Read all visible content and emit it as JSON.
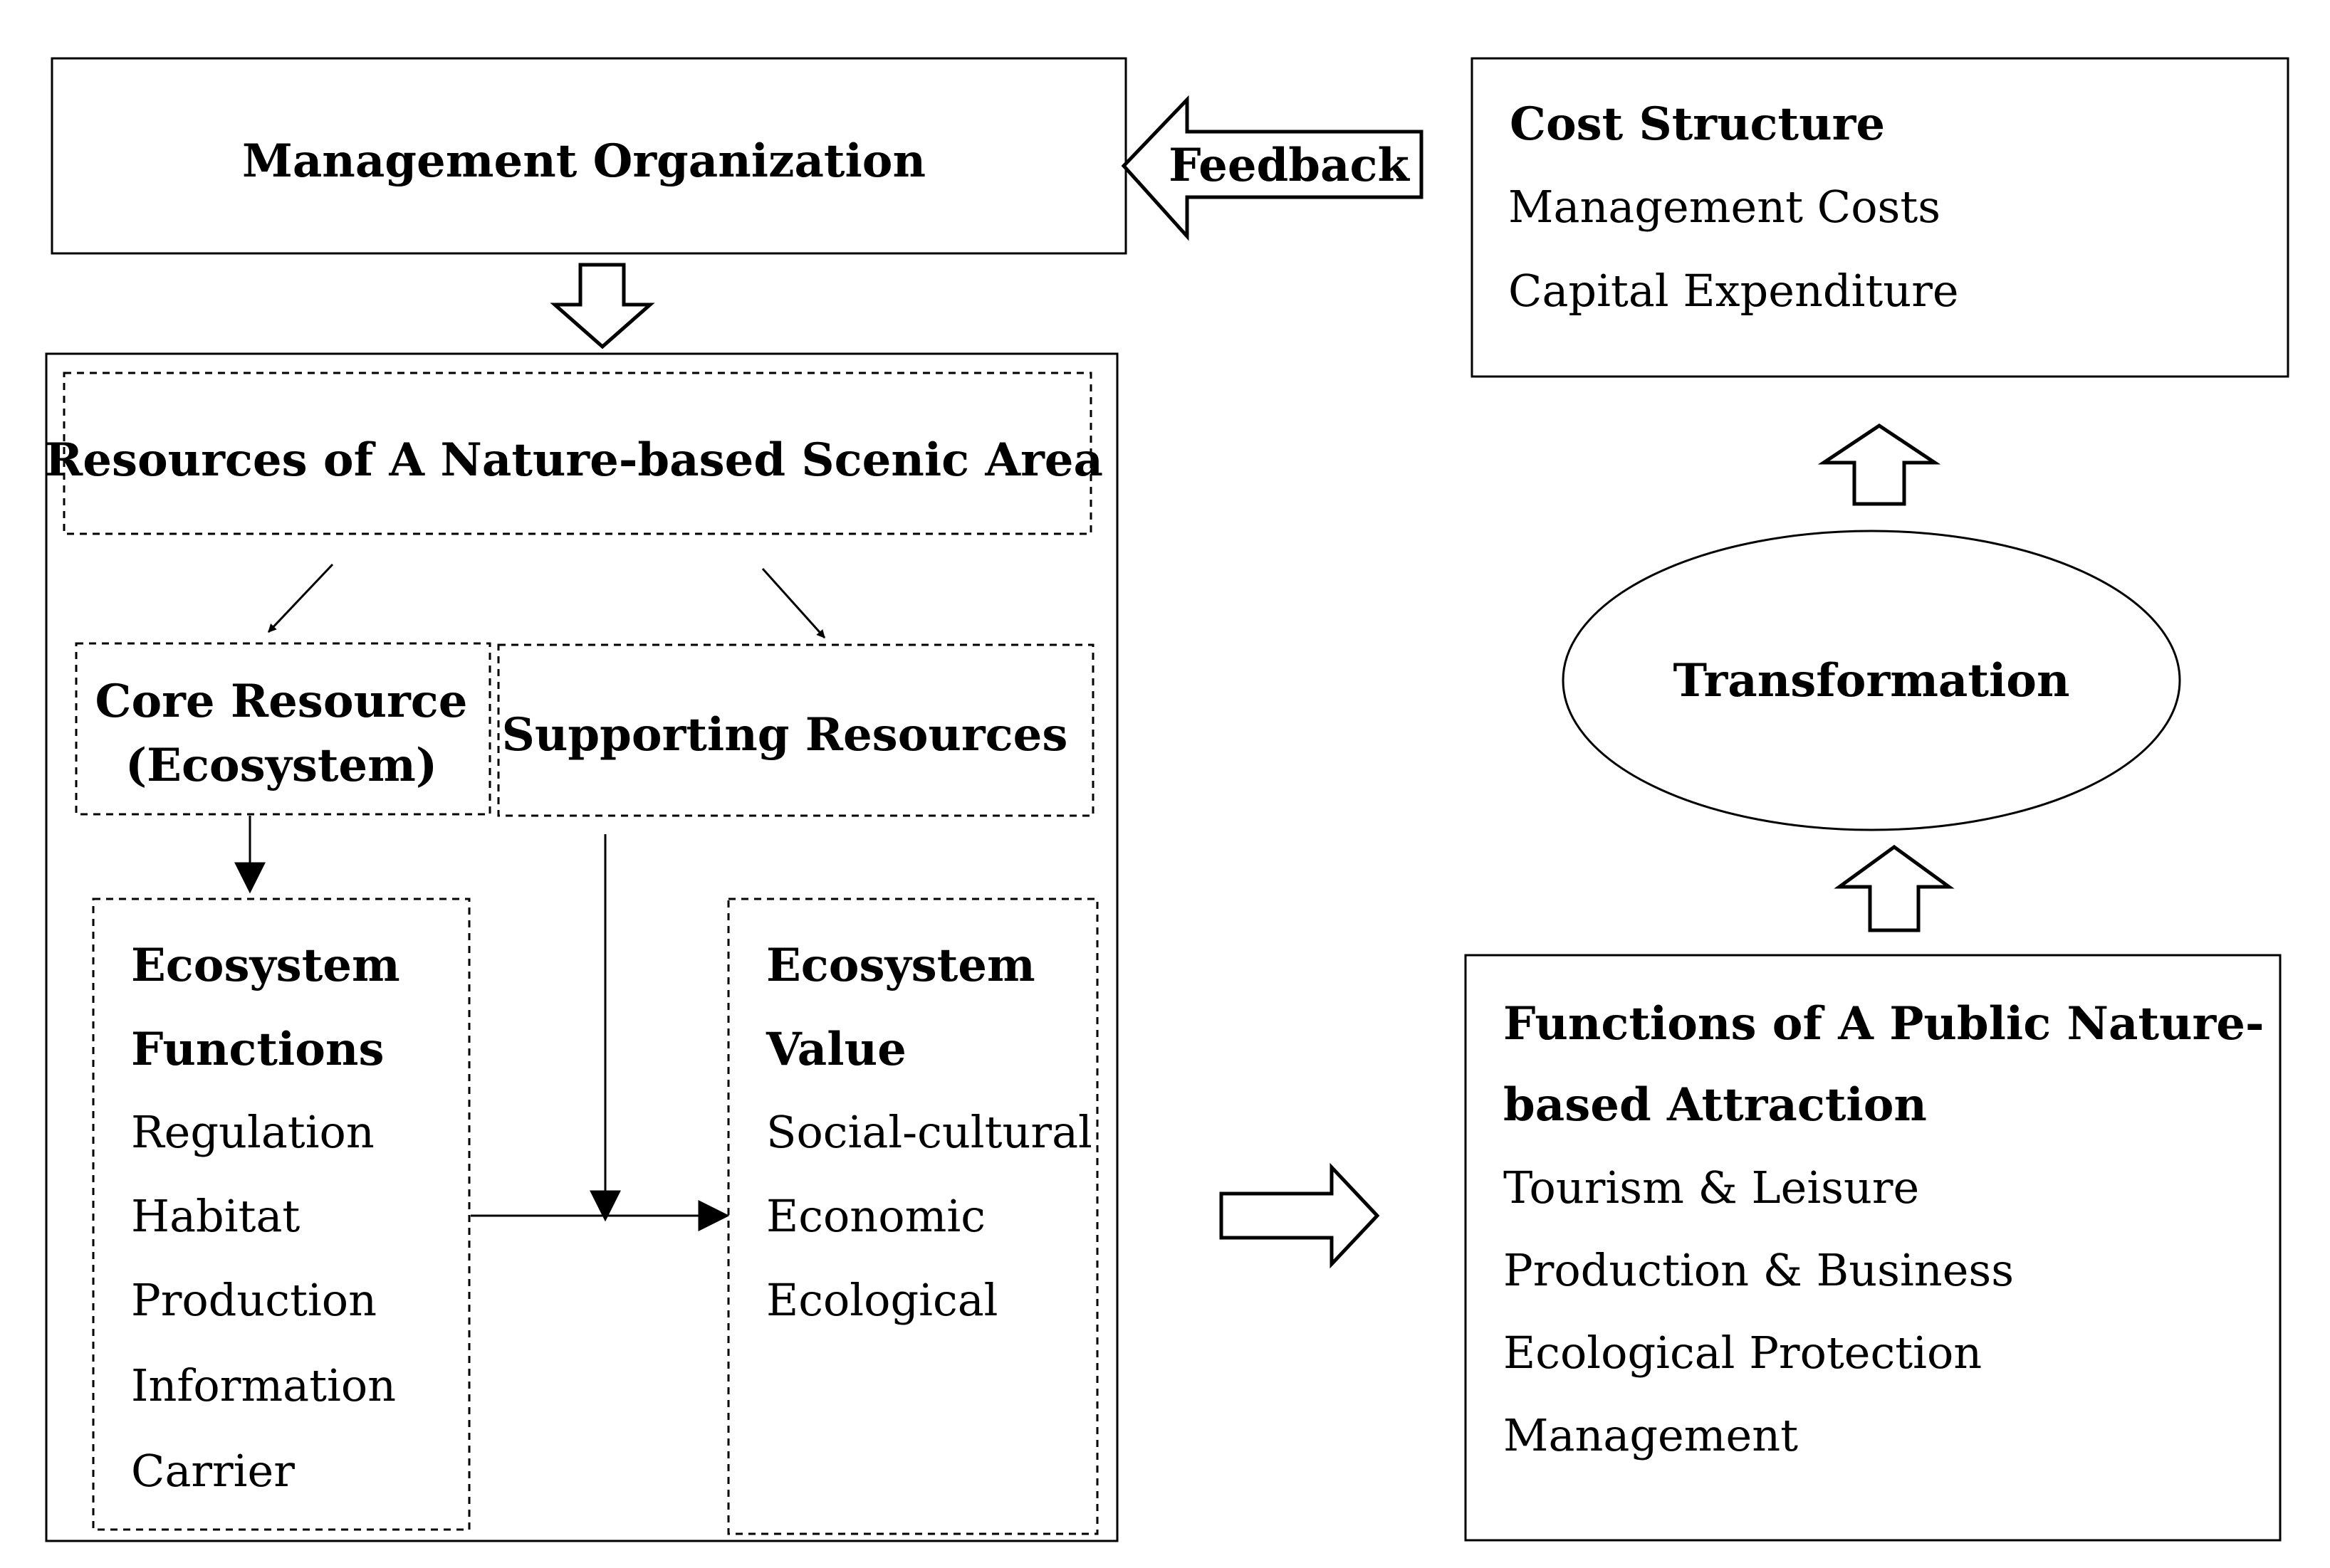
{
  "management": {
    "title": "Management Organization"
  },
  "feedback": {
    "label": "Feedback"
  },
  "cost_structure": {
    "title": "Cost Structure",
    "items": [
      "Management Costs",
      "Capital Expenditure"
    ]
  },
  "resources": {
    "title": "Resources of A Nature-based Scenic Area"
  },
  "core_resource": {
    "line1": "Core Resource",
    "line2": "(Ecosystem)"
  },
  "supporting": {
    "title": "Supporting Resources"
  },
  "functions": {
    "line1": "Ecosystem",
    "line2": "Functions",
    "items": [
      "Regulation",
      "Habitat",
      "Production",
      "Information",
      "Carrier"
    ]
  },
  "value": {
    "line1": "Ecosystem",
    "line2": "Value",
    "items": [
      "Social-cultural",
      "Economic",
      "Ecological"
    ]
  },
  "transformation": {
    "label": "Transformation"
  },
  "public_functions": {
    "line1": "Functions of A Public Nature-",
    "line2": "based Attraction",
    "items": [
      "Tourism & Leisure",
      "Production & Business",
      "Ecological Protection",
      "Management"
    ]
  }
}
